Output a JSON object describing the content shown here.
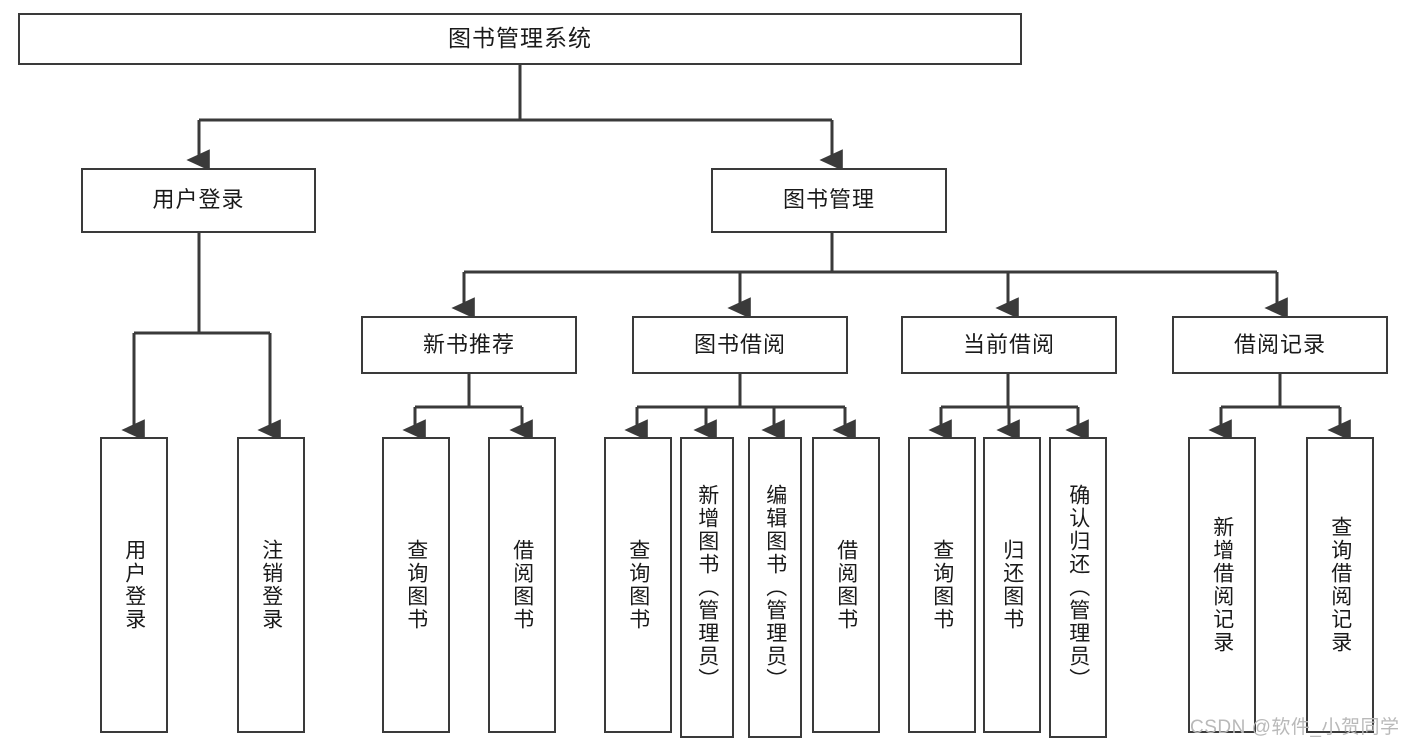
{
  "diagram": {
    "type": "tree",
    "title": "图书管理系统",
    "orientation": "top-down",
    "colors": {
      "box_border": "#3a3a3a",
      "box_fill": "#ffffff",
      "edge": "#3a3a3a",
      "text": "#1a1a1a",
      "background": "#ffffff",
      "watermark": "#b9b9b9"
    },
    "root": {
      "label": "图书管理系统"
    },
    "level2": [
      {
        "label": "用户登录"
      },
      {
        "label": "图书管理"
      }
    ],
    "level3": [
      {
        "label": "新书推荐"
      },
      {
        "label": "图书借阅"
      },
      {
        "label": "当前借阅"
      },
      {
        "label": "借阅记录"
      }
    ],
    "leaves": {
      "user_login": [
        {
          "label": "用户登录"
        },
        {
          "label": "注销登录"
        }
      ],
      "new_book_recommend": [
        {
          "label": "查询图书"
        },
        {
          "label": "借阅图书"
        }
      ],
      "book_borrow": [
        {
          "label": "查询图书"
        },
        {
          "label": "新增图书（管理员）"
        },
        {
          "label": "编辑图书（管理员）"
        },
        {
          "label": "借阅图书"
        }
      ],
      "current_borrow": [
        {
          "label": "查询图书"
        },
        {
          "label": "归还图书"
        },
        {
          "label": "确认归还（管理员）"
        }
      ],
      "borrow_record": [
        {
          "label": "新增借阅记录"
        },
        {
          "label": "查询借阅记录"
        }
      ]
    }
  },
  "watermark": {
    "text": "CSDN @软件_小贺同学"
  }
}
